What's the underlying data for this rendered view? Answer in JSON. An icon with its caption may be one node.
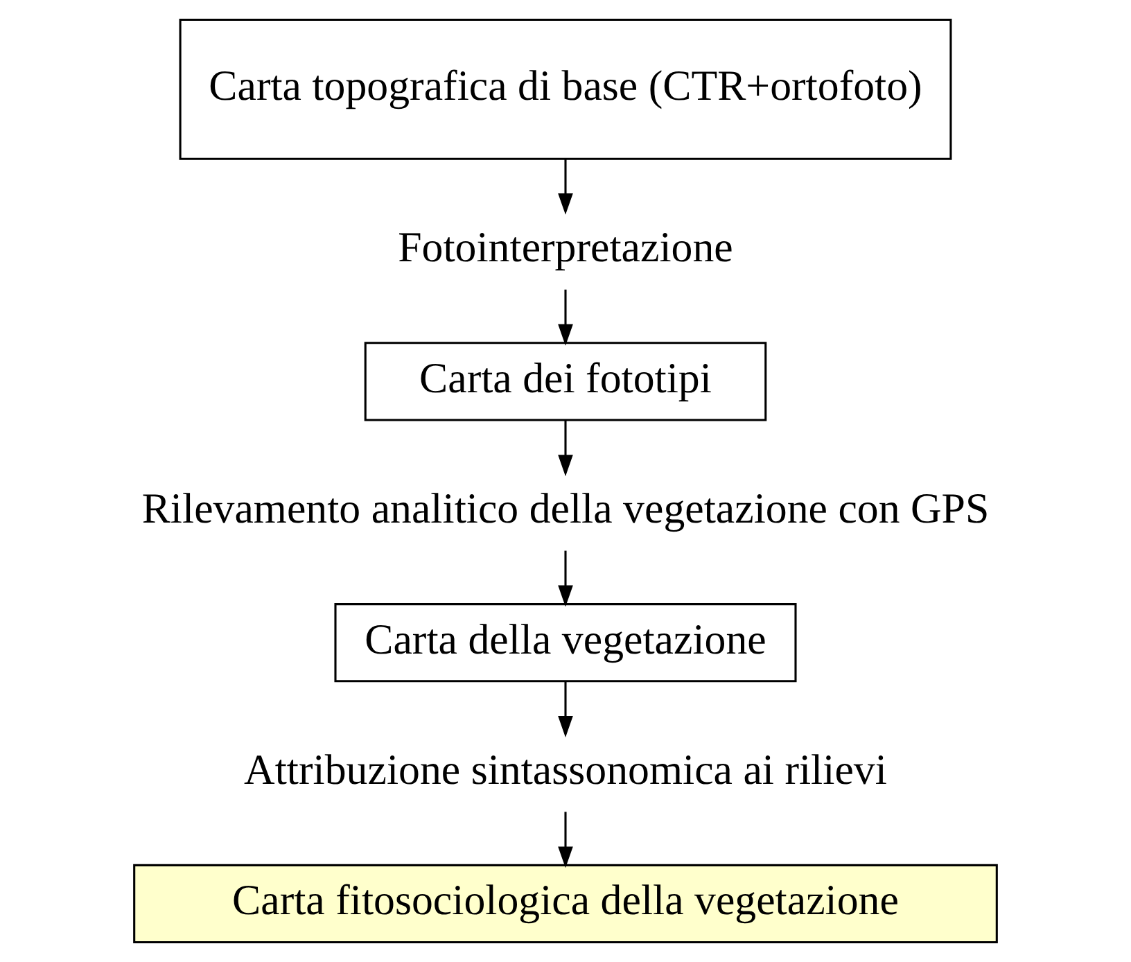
{
  "diagram": {
    "nodes": [
      {
        "text": [
          "Carta topografica di base (CTR+ortofoto)"
        ]
      },
      {
        "text": [
          "Fotointerpretazione"
        ]
      },
      {
        "text": [
          "Carta dei fototipi"
        ]
      },
      {
        "text": [
          "Rilevamento analitico della vegetazione con GPS"
        ]
      },
      {
        "text": [
          "Carta della vegetazione"
        ]
      },
      {
        "text": [
          "Attribuzione sintassonomica ai rilievi"
        ]
      },
      {
        "text": [
          "Carta fitosociologica della vegetazione"
        ]
      }
    ],
    "edges": [
      {
        "from": 0,
        "to": 1,
        "arrow": "to"
      },
      {
        "from": 1,
        "to": 2,
        "arrow": "to"
      },
      {
        "from": 2,
        "to": 3,
        "arrow": "to"
      },
      {
        "from": 3,
        "to": 4,
        "arrow": "to"
      },
      {
        "from": 4,
        "to": 5,
        "arrow": "to"
      },
      {
        "from": 5,
        "to": 6,
        "arrow": "to"
      }
    ]
  }
}
